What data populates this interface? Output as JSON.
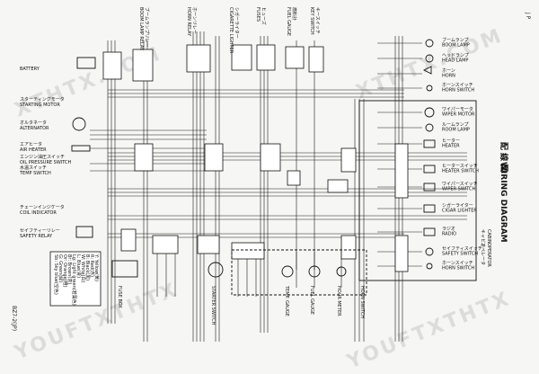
{
  "corner_label": "J P",
  "model_label": "BZ7-2(JP)",
  "title_jp": "配 線 図",
  "title_en": "WIRING DIAGRAM",
  "watermarks": [
    "YOUFTXTHTX",
    "YOUFTXTHTX",
    "XTHTX.COM",
    "XTHTX.COM"
  ],
  "top_components": [
    {
      "jp": "ブームランプリレー",
      "en": "BOOM LAMP RELAY"
    },
    {
      "jp": "ホーンリレー",
      "en": "HORN RELAY"
    },
    {
      "jp": "シガーライター",
      "en": "CIGARETTE LIGHTER"
    },
    {
      "jp": "ヒューズ",
      "en": "FUSES"
    },
    {
      "jp": "燃料計",
      "en": "FUEL GAUGE"
    },
    {
      "jp": "キースイッチ",
      "en": "KEY SWITCH"
    }
  ],
  "left_components": [
    {
      "jp": "",
      "en": "BATTERY"
    },
    {
      "jp": "スターティングモータ",
      "en": "STARTING MOTOR"
    },
    {
      "jp": "オルタネータ",
      "en": "ALTERNATOR"
    },
    {
      "jp": "エアヒータ",
      "en": "AIR HEATER"
    },
    {
      "jp": "エンジン油圧スイッチ",
      "en": "OIL PRESSURE SWITCH"
    },
    {
      "jp": "水温スイッチ",
      "en": "TEMP SWITCH"
    },
    {
      "jp": "チェーンインジケータ",
      "en": "COIL INDICATOR"
    },
    {
      "jp": "セイフティーリレー",
      "en": "SAFETY RELAY"
    }
  ],
  "right_components": [
    {
      "jp": "ブームランプ",
      "en": "BOOM LAMP"
    },
    {
      "jp": "ヘッドランプ",
      "en": "HEAD LAMP"
    },
    {
      "jp": "ホーン",
      "en": "HORN"
    },
    {
      "jp": "ホーンスイッチ",
      "en": "HORN SWITCH"
    },
    {
      "jp": "ワイパーモータ",
      "en": "WIPER MOTOR"
    },
    {
      "jp": "ルームランプ",
      "en": "ROOM LAMP"
    },
    {
      "jp": "ヒーター",
      "en": "HEATER"
    },
    {
      "jp": "ヒータースイッチ",
      "en": "HEATER SWITCH"
    },
    {
      "jp": "ワイパースイッチ",
      "en": "WIPER SWITCH"
    },
    {
      "jp": "シガーライター",
      "en": "CIGAR LIGHTER"
    },
    {
      "jp": "ラジオ",
      "en": "RADIO"
    },
    {
      "jp": "セイフティスイッチ",
      "en": "SAFETY SWITCH"
    },
    {
      "jp": "ホーンスイッチ",
      "en": "HORN SWITCH"
    }
  ],
  "side_tabs": [
    {
      "jp": "キャビン",
      "en": "CABIN"
    },
    {
      "jp": "オペレータ",
      "en": "OPERATOR"
    }
  ],
  "bottom_components": [
    {
      "en": "FUSE BOX"
    },
    {
      "en": "STARTER SWITCH"
    },
    {
      "en": "TEMP. GAUGE"
    },
    {
      "en": "FUEL GAUGE"
    },
    {
      "en": "HOUR METER"
    },
    {
      "en": "HORN SWITCH"
    }
  ],
  "color_legend": [
    {
      "code": "Y",
      "name": "Yellow(黄)"
    },
    {
      "code": "R",
      "name": "Red(赤)"
    },
    {
      "code": "B",
      "name": "Black(黒)"
    },
    {
      "code": "W",
      "name": "White(白)"
    },
    {
      "code": "L",
      "name": "Blue(青)"
    },
    {
      "code": "Lg",
      "name": "Light green(若葉色)"
    },
    {
      "code": "Br",
      "name": "Brown(茶)"
    },
    {
      "code": "Or",
      "name": "Orange(橙)"
    },
    {
      "code": "G",
      "name": "Green(緑)"
    },
    {
      "code": "Sb",
      "name": "Sky blue(空色)"
    }
  ]
}
